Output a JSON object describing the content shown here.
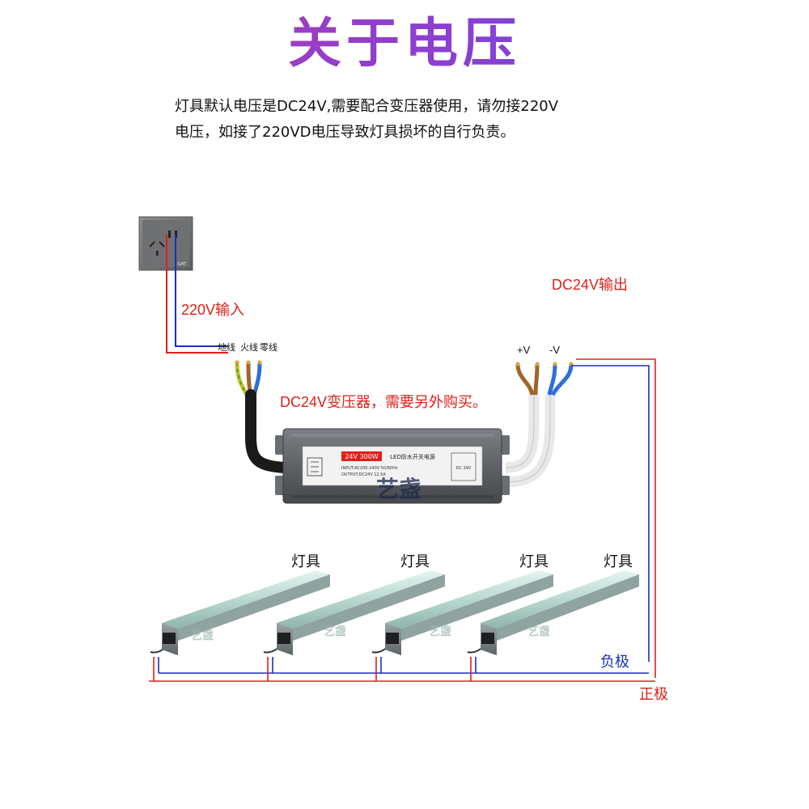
{
  "title": "关于电压",
  "description": {
    "line1": "灯具默认电压是DC24V,需要配合变压器使用，请勿接220V",
    "line2": "电压，如接了220VD电压导致灯具损坏的自行负责。"
  },
  "outlet": {
    "tag": "GHT"
  },
  "labels": {
    "input": "220V输入",
    "output": "DC24V输出",
    "transformer_note": "DC24V变压器，需要另外购买。",
    "wire_ground": "地线",
    "wire_live": "火线",
    "wire_neutral": "零线",
    "plus_v": "+V",
    "minus_v": "-V",
    "negative": "负极",
    "positive": "正极"
  },
  "transformer": {
    "badge": "24V 300W",
    "heading": "LED防水开关电源",
    "spec1": "INPUT:AC200-240V 50/60Hz",
    "spec2": "OUTPUT:DC24V 12.5A",
    "right_dc": "DC 24V",
    "logo": "艺盏"
  },
  "lamps": [
    {
      "label": "灯具",
      "watermark": "艺盏"
    },
    {
      "label": "灯具",
      "watermark": "艺盏"
    },
    {
      "label": "灯具",
      "watermark": "艺盏"
    },
    {
      "label": "灯具",
      "watermark": "艺盏"
    }
  ],
  "colors": {
    "positive_wire": "#e0201a",
    "negative_wire": "#1a2fb8",
    "brown_wire": "#a0652a",
    "yellow_green": "#c8c020"
  }
}
